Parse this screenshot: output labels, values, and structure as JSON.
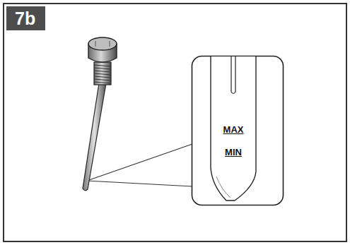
{
  "diagram": {
    "nodes": [
      {
        "text": [
          "7b"
        ]
      },
      {
        "text": [
          "MAX",
          "MIN"
        ]
      }
    ]
  }
}
